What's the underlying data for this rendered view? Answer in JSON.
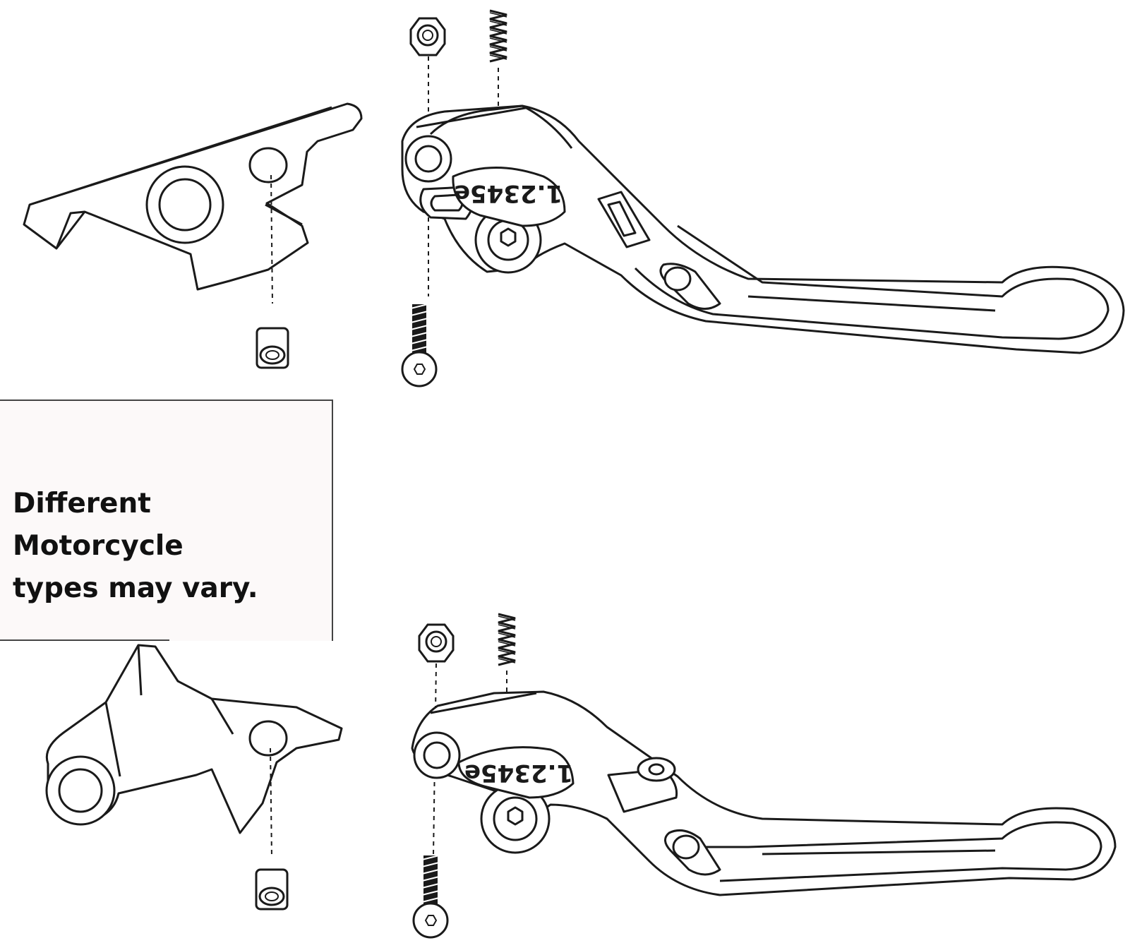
{
  "note": {
    "line1": "Different Motorcycle",
    "line2": "types may vary."
  },
  "parts": {
    "top_assembly": {
      "adjuster_numbers": "1.2345e"
    },
    "bottom_assembly": {
      "adjuster_numbers": "1.2345e"
    }
  },
  "colors": {
    "line": "#1a1a1a",
    "note_background": "#fcf9f9"
  }
}
